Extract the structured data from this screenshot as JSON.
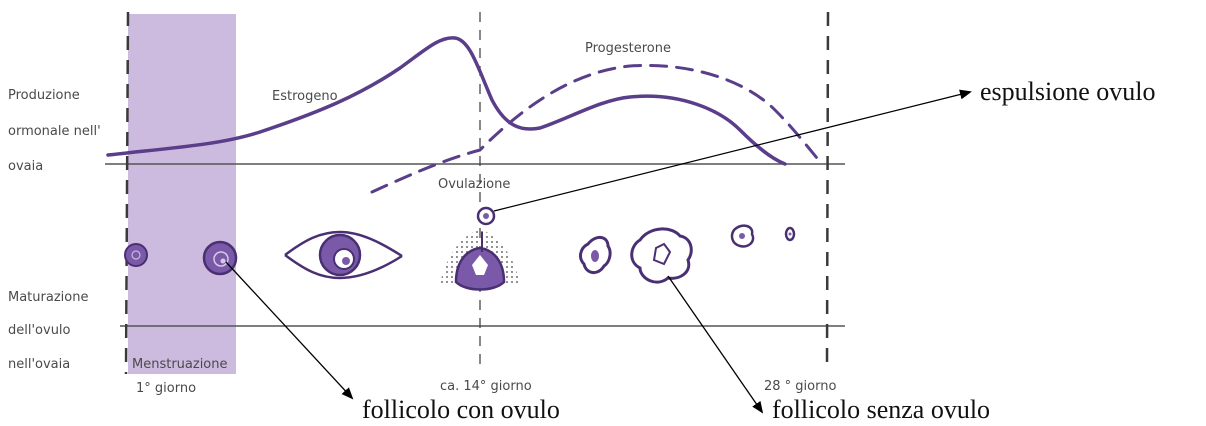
{
  "labels": {
    "produzione": [
      "Produzione",
      "ormonale nell'",
      "ovaia"
    ],
    "maturazione": [
      "Maturazione",
      "dell'ovulo",
      "nell'ovaia"
    ],
    "estrogeno": "Estrogeno",
    "progesterone": "Progesterone",
    "ovulazione": "Ovulazione",
    "menstruazione": "Menstruazione",
    "giorno1": "1° giorno",
    "giorno14": "ca. 14° giorno",
    "giorno28": "28 ° giorno"
  },
  "annotations": {
    "espulsione": "espulsione ovulo",
    "follicolo_con": "follicolo con ovulo",
    "follicolo_senza": "follicolo senza ovulo"
  },
  "colors": {
    "curve": "#5a3e8a",
    "menstruation_band": "#cdbbdf",
    "line": "#555555"
  }
}
